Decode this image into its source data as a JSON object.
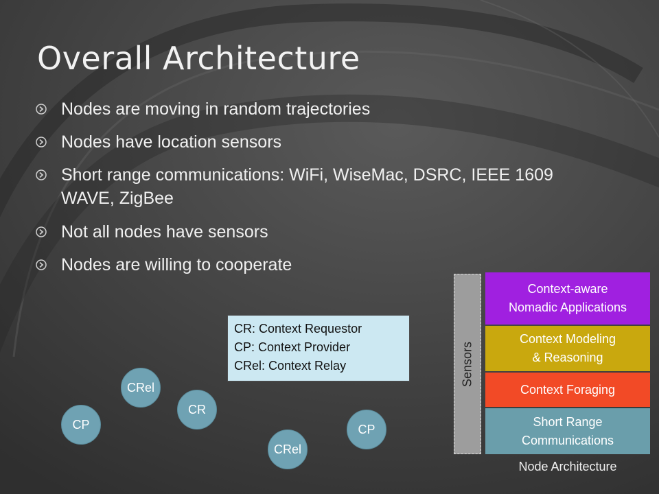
{
  "title": "Overall Architecture",
  "bullets": [
    "Nodes are moving in random trajectories",
    "Nodes have location sensors",
    "Short range communications: WiFi, WiseMac, DSRC, IEEE 1609 WAVE, ZigBee",
    "Not all nodes have sensors",
    "Nodes are willing to cooperate"
  ],
  "bullet_icon": "circled-arrow-icon",
  "legend": [
    "CR: Context Requestor",
    "CP: Context Provider",
    "CRel: Context Relay"
  ],
  "nodes": [
    "CRel",
    "CR",
    "CP",
    "CP",
    "CRel"
  ],
  "architecture": {
    "sensors_label": "Sensors",
    "layers": [
      {
        "label": "Context-aware\nNomadic Applications",
        "color": "#a020e0"
      },
      {
        "label": "Context Modeling\n& Reasoning",
        "color": "#c9a80e"
      },
      {
        "label": "Context Foraging",
        "color": "#f24a26"
      },
      {
        "label": "Short Range\nCommunications",
        "color": "#6a9eab"
      }
    ],
    "caption": "Node Architecture"
  },
  "colors": {
    "node_fill": "#6fa2b3",
    "legend_fill": "#cce8f2",
    "sensors_fill": "#9d9d9d"
  }
}
